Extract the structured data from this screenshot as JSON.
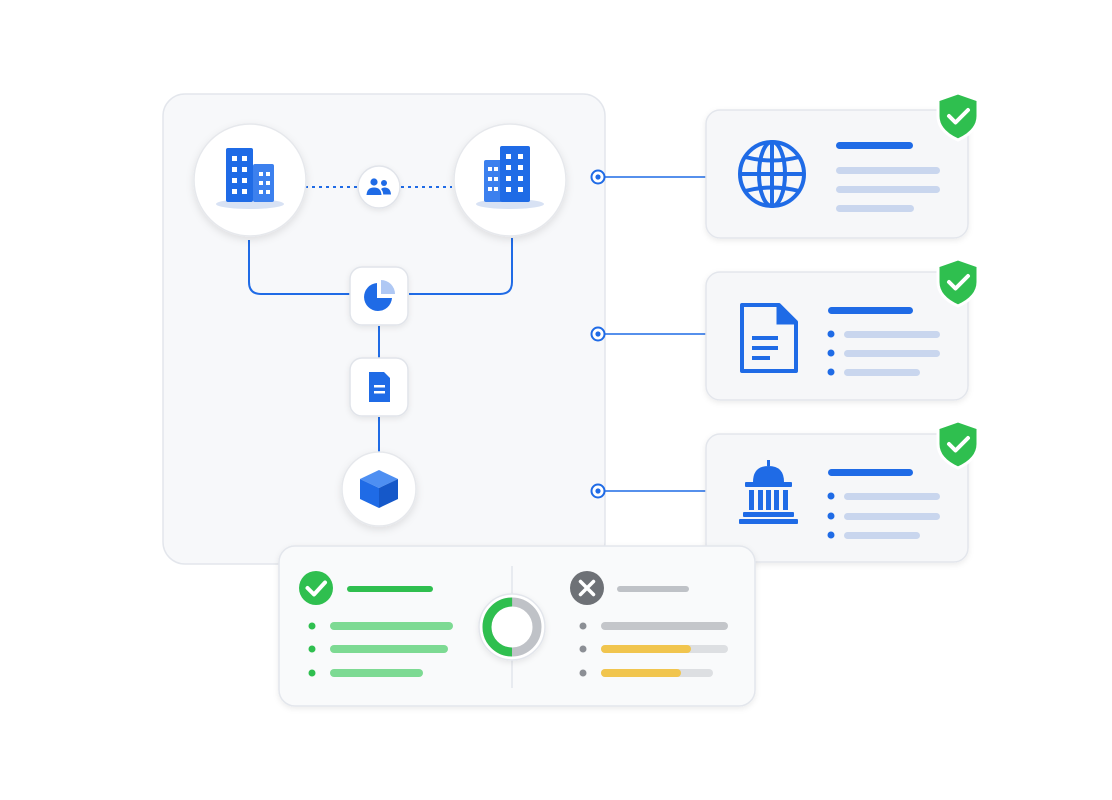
{
  "colors": {
    "brand_blue": "#1F6BE6",
    "light_blue_bar": "#C9D6EE",
    "success_green": "#2FBF4F",
    "light_green_bar": "#7DDA93",
    "neutral_gray": "#8C8F95",
    "light_gray_bar": "#D3D5D9",
    "warning_yellow": "#F1C54E",
    "panel_bg": "#F7F8FA",
    "card_bg": "#F6F7F9",
    "border": "#E3E6EC"
  },
  "icons": {
    "building_left": "building-icon",
    "building_right": "building-icon",
    "link_users": "users-icon",
    "pie": "pie-chart-icon",
    "document_flow": "document-icon",
    "package": "cube-icon",
    "globe": "globe-icon",
    "document_card": "file-icon",
    "government": "government-building-icon",
    "shield_check": "shield-check-icon",
    "check": "check-icon",
    "cross": "x-icon"
  },
  "summary": {
    "donut_fraction_green": 0.5,
    "rejected_progress": [
      1.0,
      0.7,
      0.7
    ]
  }
}
